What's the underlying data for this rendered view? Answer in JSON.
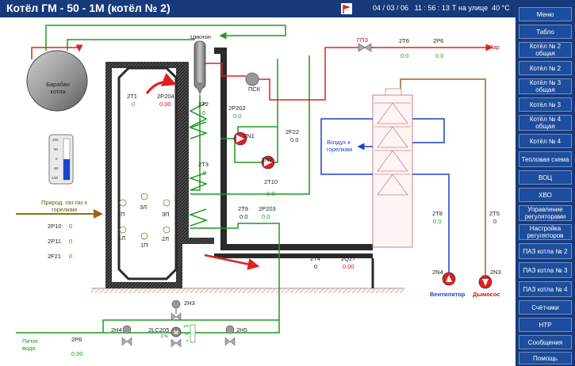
{
  "header": {
    "title": "Котёл ГМ - 50 - 1М  (котёл № 2)",
    "date": "04 / 03 / 06",
    "time": "11 : 56 : 13",
    "outdoor_label": "Т на улице",
    "outdoor_value": "40 °С"
  },
  "menu": [
    "Меню",
    "Табло",
    "Котёл № 2 общая",
    "Котёл № 2",
    "Котёл № 3 общая",
    "Котёл № 3",
    "Котёл № 4 общая",
    "Котёл № 4",
    "Тепловая схема",
    "ВОЦ",
    "ХВО",
    "Управление регуляторами",
    "Настройка регуляторов",
    "ПАЗ котла № 2",
    "ПАЗ котла № 3",
    "ПАЗ котла № 4",
    "Счётчики",
    "НТР",
    "Сообщения",
    "Помощь"
  ],
  "labels": {
    "cyclone": "Циклон",
    "drum": "Барабан котла",
    "psk": "ПСК",
    "gpz": "ГПЗ",
    "steam": "Пар",
    "air": "Воздух к горелкам",
    "gas": "Природ. газ газ к горелкам",
    "feed": "Питат. вода",
    "fan": "Вентилятор",
    "smoke": "Дымосос",
    "burner_2p": "2П",
    "burner_3l": "3Л",
    "burner_3p": "3П",
    "burner_1l": "1Л",
    "burner_1p": "1П",
    "burner_2l": "2Л",
    "pump_2n1": "2N1",
    "pump_2n2": "2N2",
    "fan_2n4": "2N4",
    "smoke_2n3": "2N3",
    "valve_2n3": "2Н3",
    "valve_2n4": "2Н4",
    "valve_2n5": "2Н5",
    "level": "2LC205",
    "level_sub": "0 %",
    "m_label": "M",
    "gauge_ticks": [
      "100",
      "50",
      "0",
      "-50",
      "-100"
    ],
    "level_ticks": [
      "100",
      "50",
      "0"
    ]
  },
  "tags": {
    "T1": {
      "label": "2T1",
      "value": "0"
    },
    "P204": {
      "label": "2P204",
      "value": "0.00"
    },
    "T2": {
      "label": "2T2",
      "value": "0"
    },
    "P202": {
      "label": "2P202",
      "value": "0.0"
    },
    "F22": {
      "label": "2F22",
      "value": "0.0"
    },
    "T3": {
      "label": "2T3",
      "value": "0"
    },
    "T10": {
      "label": "2T10",
      "value": "0.0"
    },
    "T9": {
      "label": "2T9",
      "value": "0.0"
    },
    "P203": {
      "label": "2P203",
      "value": "0.0"
    },
    "T4": {
      "label": "2T4",
      "value": "0"
    },
    "Q27": {
      "label": "2Q27",
      "value": "0.00"
    },
    "T6": {
      "label": "2T6",
      "value": "0.0"
    },
    "P6top": {
      "label": "2P6",
      "value": "0.0"
    },
    "T8": {
      "label": "2T8",
      "value": "0.0"
    },
    "T5": {
      "label": "2T5",
      "value": "0"
    },
    "P10": {
      "label": "2P10",
      "value": "0"
    },
    "P11": {
      "label": "2P11",
      "value": "0"
    },
    "F21": {
      "label": "2F21",
      "value": "0"
    },
    "P6": {
      "label": "2P6",
      "value": "0.00"
    }
  },
  "colors": {
    "header_bg": "#163a7a",
    "water": "#1f9a1f",
    "steam": "#e02020",
    "air": "#1a44c8",
    "smoke": "#a0601a",
    "gas": "#7d7a1a"
  }
}
